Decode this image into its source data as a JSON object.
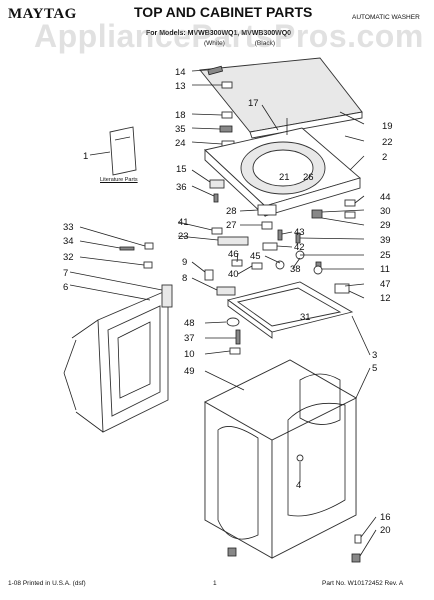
{
  "header": {
    "brand": "MAYTAG",
    "title": "TOP AND CABINET PARTS",
    "doc_type": "AUTOMATIC WASHER",
    "models": "For Models: MVWB300WQ1, MVWB300WQ0",
    "finish_white": "(White)",
    "finish_black": "(Black)"
  },
  "watermark": "AppliancePartsPros.com",
  "literature_label": "Literature Parts",
  "callouts": [
    "14",
    "13",
    "18",
    "35",
    "24",
    "17",
    "1",
    "15",
    "36",
    "19",
    "22",
    "2",
    "21",
    "26",
    "44",
    "30",
    "28",
    "27",
    "29",
    "33",
    "34",
    "32",
    "7",
    "6",
    "41",
    "23",
    "43",
    "42",
    "39",
    "9",
    "8",
    "46",
    "40",
    "45",
    "38",
    "25",
    "11",
    "47",
    "12",
    "48",
    "37",
    "10",
    "49",
    "31",
    "3",
    "5",
    "4",
    "16",
    "20"
  ],
  "footer": {
    "left": "1-08 Printed in U.S.A. (dsf)",
    "page": "1",
    "right": "Part No. W10172452 Rev. A"
  }
}
